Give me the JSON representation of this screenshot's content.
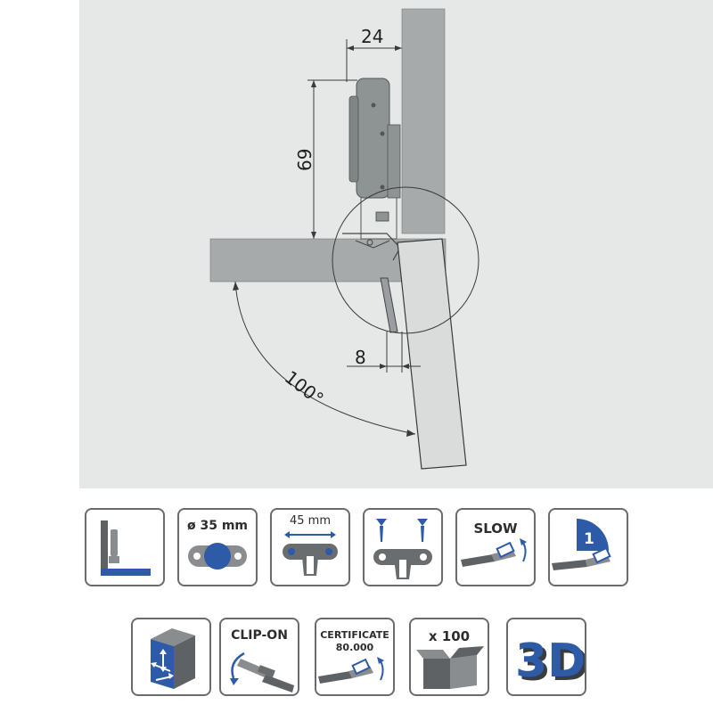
{
  "diagram": {
    "dimensions": {
      "width": "24",
      "height": "69",
      "overlay": "8",
      "angle": "100°"
    },
    "colors": {
      "background": "#e6e8e8",
      "panel": "#a7aaab",
      "hinge": "#8e9394",
      "line": "#3a3a3a"
    }
  },
  "features": [
    {
      "id": "overlay",
      "icon": "full-overlay-icon",
      "label": ""
    },
    {
      "id": "cup",
      "icon": "cup-diameter-icon",
      "label": "ø 35 mm"
    },
    {
      "id": "plate",
      "icon": "mounting-plate-icon",
      "label": "45 mm"
    },
    {
      "id": "screws",
      "icon": "screw-fixing-icon",
      "label": ""
    },
    {
      "id": "slow",
      "icon": "soft-close-icon",
      "label": "SLOW"
    },
    {
      "id": "stage",
      "icon": "one-stage-icon",
      "label": "1"
    },
    {
      "id": "adjust",
      "icon": "3d-adjustment-icon",
      "label": ""
    },
    {
      "id": "clip",
      "icon": "clip-on-icon",
      "label": "CLIP-ON"
    },
    {
      "id": "cert",
      "icon": "certificate-icon",
      "label": "CERTIFICATE",
      "sublabel": "80.000"
    },
    {
      "id": "pack",
      "icon": "box-icon",
      "label": "x 100"
    },
    {
      "id": "threed",
      "icon": "3d-logo-icon",
      "label": "3D"
    }
  ],
  "accent_color": "#2e5ba8",
  "icon_gray": "#5f6264"
}
